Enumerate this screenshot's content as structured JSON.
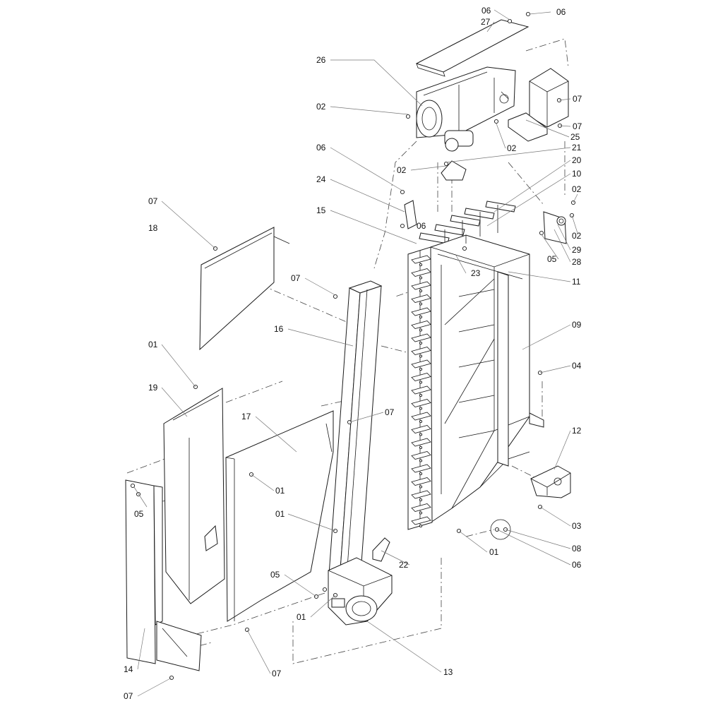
{
  "diagram": {
    "callouts": [
      {
        "id": "c1",
        "text": "06"
      },
      {
        "id": "c2",
        "text": "06"
      },
      {
        "id": "c3",
        "text": "27"
      },
      {
        "id": "c4",
        "text": "26"
      },
      {
        "id": "c5",
        "text": "07"
      },
      {
        "id": "c6",
        "text": "02"
      },
      {
        "id": "c7",
        "text": "07"
      },
      {
        "id": "c8",
        "text": "25"
      },
      {
        "id": "c9",
        "text": "02"
      },
      {
        "id": "c10",
        "text": "06"
      },
      {
        "id": "c11",
        "text": "21"
      },
      {
        "id": "c12",
        "text": "02"
      },
      {
        "id": "c13",
        "text": "20"
      },
      {
        "id": "c14",
        "text": "10"
      },
      {
        "id": "c15",
        "text": "24"
      },
      {
        "id": "c16",
        "text": "02"
      },
      {
        "id": "c17",
        "text": "07"
      },
      {
        "id": "c18",
        "text": "15"
      },
      {
        "id": "c19",
        "text": "02"
      },
      {
        "id": "c20",
        "text": "06"
      },
      {
        "id": "c21",
        "text": "18"
      },
      {
        "id": "c22",
        "text": "29"
      },
      {
        "id": "c23",
        "text": "05"
      },
      {
        "id": "c24",
        "text": "28"
      },
      {
        "id": "c25",
        "text": "23"
      },
      {
        "id": "c26",
        "text": "07"
      },
      {
        "id": "c27",
        "text": "11"
      },
      {
        "id": "c28",
        "text": "16"
      },
      {
        "id": "c29",
        "text": "09"
      },
      {
        "id": "c30",
        "text": "01"
      },
      {
        "id": "c31",
        "text": "04"
      },
      {
        "id": "c32",
        "text": "19"
      },
      {
        "id": "c33",
        "text": "07"
      },
      {
        "id": "c34",
        "text": "17"
      },
      {
        "id": "c35",
        "text": "12"
      },
      {
        "id": "c36",
        "text": "01"
      },
      {
        "id": "c37",
        "text": "05"
      },
      {
        "id": "c38",
        "text": "01"
      },
      {
        "id": "c39",
        "text": "03"
      },
      {
        "id": "c40",
        "text": "08"
      },
      {
        "id": "c41",
        "text": "01"
      },
      {
        "id": "c42",
        "text": "06"
      },
      {
        "id": "c43",
        "text": "22"
      },
      {
        "id": "c44",
        "text": "05"
      },
      {
        "id": "c45",
        "text": "01"
      },
      {
        "id": "c46",
        "text": "14"
      },
      {
        "id": "c47",
        "text": "13"
      },
      {
        "id": "c48",
        "text": "07"
      },
      {
        "id": "c49",
        "text": "07"
      }
    ]
  }
}
